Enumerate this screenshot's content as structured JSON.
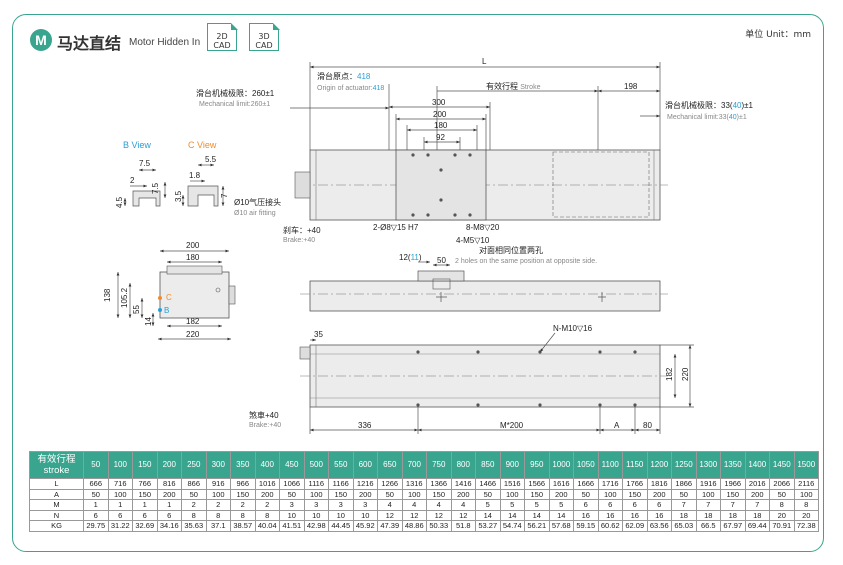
{
  "header": {
    "badge": "M",
    "title_cn": "马达直结",
    "title_en": "Motor Hidden In",
    "cad2d": [
      "2D",
      "CAD"
    ],
    "cad3d": [
      "3D",
      "CAD"
    ],
    "unit": "单位 Unit：mm"
  },
  "drawing": {
    "L": "L",
    "origin_cn": "滑台原点：",
    "origin_val": "418",
    "origin_en": "Origin of actuator:",
    "origin_en_val": "418",
    "mech_left_cn": "滑台机械极限：260±1",
    "mech_left_en": "Mechanical limit:260±1",
    "stroke_cn": "有效行程",
    "stroke_en": "Stroke",
    "d198": "198",
    "mech_right_cn_a": "滑台机械极限：33(",
    "mech_right_cn_b": "40",
    "mech_right_cn_c": ")±1",
    "mech_right_en_a": "Mechanical limit:33(",
    "mech_right_en_b": "40",
    "mech_right_en_c": ")±1",
    "d300": "300",
    "d200": "200",
    "d180": "180",
    "d92": "92",
    "bview": "B View",
    "cview": "C View",
    "b75": "7.5",
    "b2": "2",
    "b75v": "7.5",
    "b45": "4.5",
    "c55": "5.5",
    "c18": "1.8",
    "c35": "3.5",
    "c7": "7",
    "air_cn": "Ø10气压接头",
    "air_en": "Ø10 air fitting",
    "brake_cn": "刹车：+40",
    "brake_en": "Brake:+40",
    "hole1": "2-Ø8▽15 H7",
    "hole2": "8-M8▽20",
    "hole3": "4-M5▽10",
    "opposite_cn": "对面相同位置两孔",
    "opposite_en": "2 holes on the same position at opposite side.",
    "d12a": "12(",
    "d12b": "11",
    "d12c": ")",
    "d50": "50",
    "e200": "200",
    "e180": "180",
    "e138": "138",
    "e1052": "105.2",
    "e55": "55",
    "e14": "14",
    "e182": "182",
    "e220": "220",
    "lblC": "C",
    "lblB": "B",
    "d35": "35",
    "nm10": "N-M10▽16",
    "v182": "182",
    "v220": "220",
    "brake2_cn": "煞車+40",
    "brake2_en": "Brake:+40",
    "d336": "336",
    "dm200": "M*200",
    "dA": "A",
    "d80": "80"
  },
  "table": {
    "header_cn": "有效行程",
    "header_en": "stroke",
    "strokes": [
      "50",
      "100",
      "150",
      "200",
      "250",
      "300",
      "350",
      "400",
      "450",
      "500",
      "550",
      "600",
      "650",
      "700",
      "750",
      "800",
      "850",
      "900",
      "950",
      "1000",
      "1050",
      "1100",
      "1150",
      "1200",
      "1250",
      "1300",
      "1350",
      "1400",
      "1450",
      "1500"
    ],
    "rows": [
      {
        "label": "L",
        "values": [
          "666",
          "716",
          "766",
          "816",
          "866",
          "916",
          "966",
          "1016",
          "1066",
          "1116",
          "1166",
          "1216",
          "1266",
          "1316",
          "1366",
          "1416",
          "1466",
          "1516",
          "1566",
          "1616",
          "1666",
          "1716",
          "1766",
          "1816",
          "1866",
          "1916",
          "1966",
          "2016",
          "2066",
          "2116"
        ]
      },
      {
        "label": "A",
        "values": [
          "50",
          "100",
          "150",
          "200",
          "50",
          "100",
          "150",
          "200",
          "50",
          "100",
          "150",
          "200",
          "50",
          "100",
          "150",
          "200",
          "50",
          "100",
          "150",
          "200",
          "50",
          "100",
          "150",
          "200",
          "50",
          "100",
          "150",
          "200",
          "50",
          "100"
        ]
      },
      {
        "label": "M",
        "values": [
          "1",
          "1",
          "1",
          "1",
          "2",
          "2",
          "2",
          "2",
          "3",
          "3",
          "3",
          "3",
          "4",
          "4",
          "4",
          "4",
          "5",
          "5",
          "5",
          "5",
          "6",
          "6",
          "6",
          "6",
          "7",
          "7",
          "7",
          "7",
          "8",
          "8"
        ]
      },
      {
        "label": "N",
        "values": [
          "6",
          "6",
          "6",
          "6",
          "8",
          "8",
          "8",
          "8",
          "10",
          "10",
          "10",
          "10",
          "12",
          "12",
          "12",
          "12",
          "14",
          "14",
          "14",
          "14",
          "16",
          "16",
          "16",
          "16",
          "18",
          "18",
          "18",
          "18",
          "20",
          "20"
        ]
      },
      {
        "label": "KG",
        "values": [
          "29.75",
          "31.22",
          "32.69",
          "34.16",
          "35.63",
          "37.1",
          "38.57",
          "40.04",
          "41.51",
          "42.98",
          "44.45",
          "45.92",
          "47.39",
          "48.86",
          "50.33",
          "51.8",
          "53.27",
          "54.74",
          "56.21",
          "57.68",
          "59.15",
          "60.62",
          "62.09",
          "63.56",
          "65.03",
          "66.5",
          "67.97",
          "69.44",
          "70.91",
          "72.38"
        ]
      }
    ]
  }
}
